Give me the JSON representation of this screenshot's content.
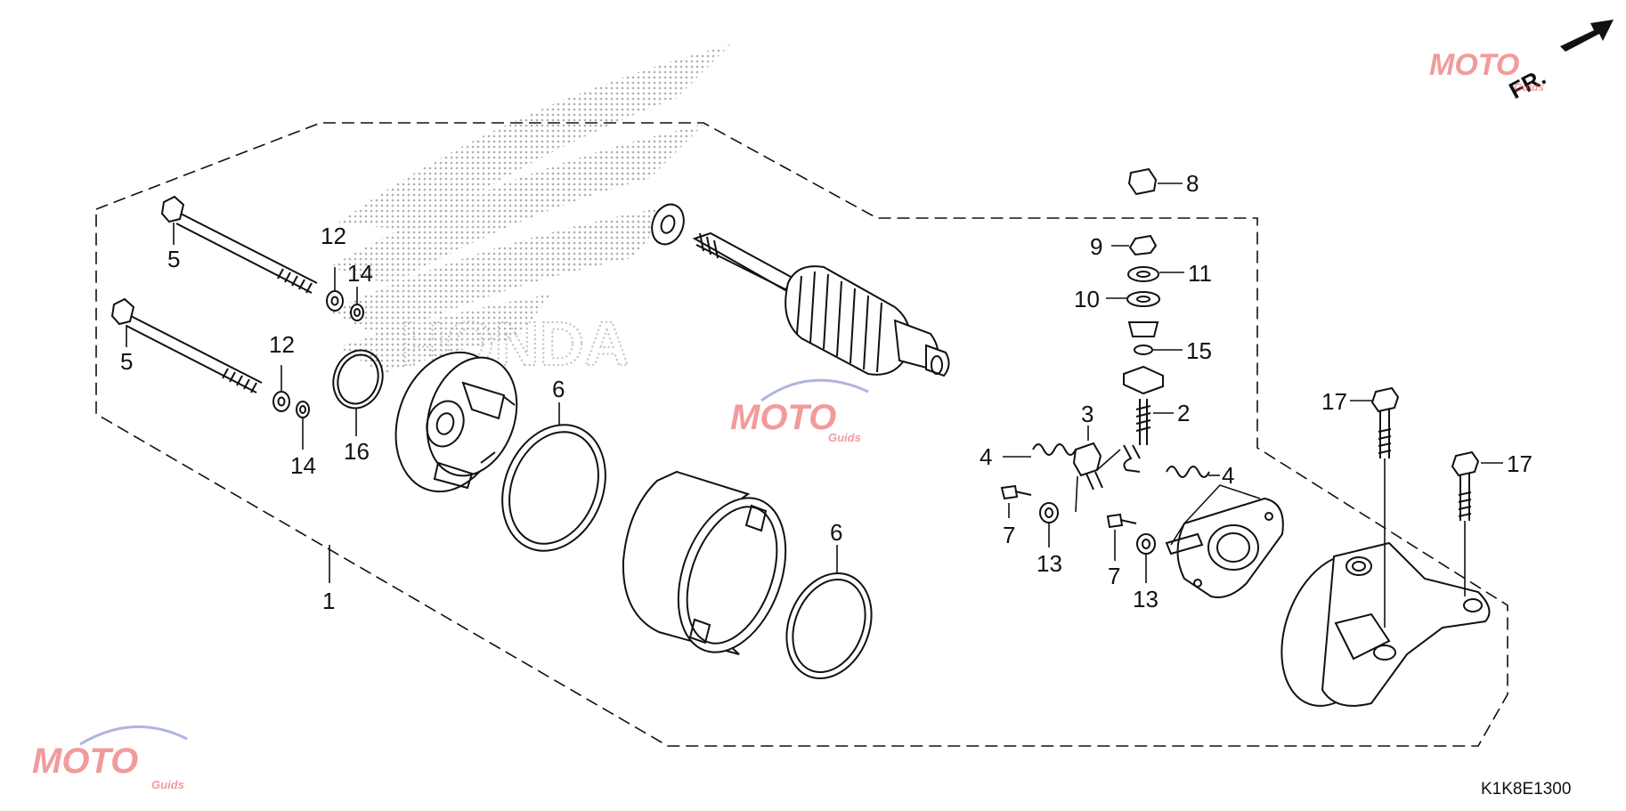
{
  "diagram_code": "K1K8E1300",
  "direction_label": "FR.",
  "brand_watermark": "HONDA",
  "site_watermark": {
    "main": "MOTO",
    "sub": "Guids"
  },
  "callouts": {
    "c1": "1",
    "c2": "2",
    "c3": "3",
    "c4a": "4",
    "c4b": "4",
    "c5a": "5",
    "c5b": "5",
    "c6a": "6",
    "c6b": "6",
    "c7a": "7",
    "c7b": "7",
    "c8": "8",
    "c9": "9",
    "c10": "10",
    "c11": "11",
    "c12a": "12",
    "c12b": "12",
    "c13a": "13",
    "c13b": "13",
    "c14a": "14",
    "c14b": "14",
    "c15": "15",
    "c16": "16",
    "c17a": "17",
    "c17b": "17"
  },
  "colors": {
    "line": "#111111",
    "watermark_red": "#e84a4a",
    "watermark_blue": "#6e78c8",
    "dots": "#9a9a9a"
  }
}
